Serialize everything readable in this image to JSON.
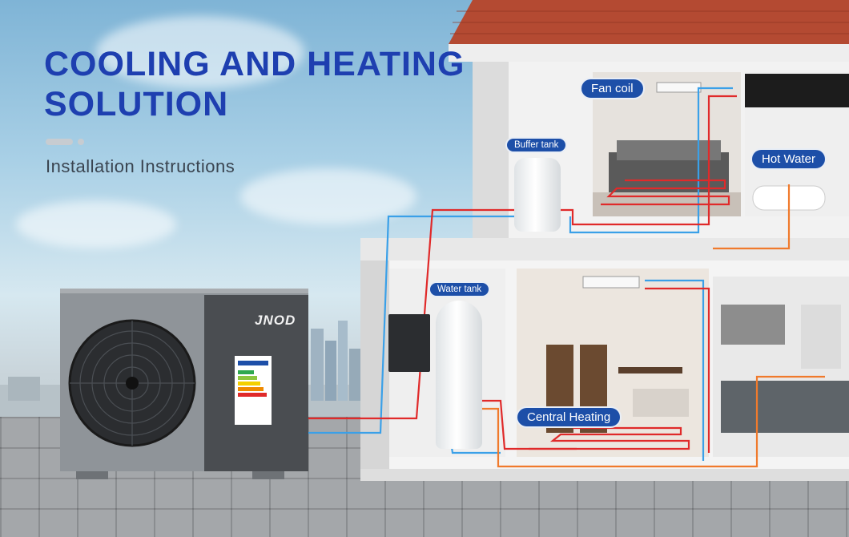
{
  "title_line1": "COOLING AND HEATING",
  "title_line2": "SOLUTION",
  "subtitle": "Installation Instructions",
  "brand": "JNOD",
  "labels": {
    "fan_coil": "Fan coil",
    "buffer_tank": "Buffer tank",
    "hot_water": "Hot Water",
    "water_tank": "Water tank",
    "central_heating": "Central Heating"
  },
  "colors": {
    "title": "#1e3fb0",
    "callout_bg": "#1d4fa8",
    "hot_pipe": "#e02a2a",
    "cold_pipe": "#3aa0e8",
    "dhw_pipe": "#f07a2c",
    "roof": "#b44a32"
  }
}
